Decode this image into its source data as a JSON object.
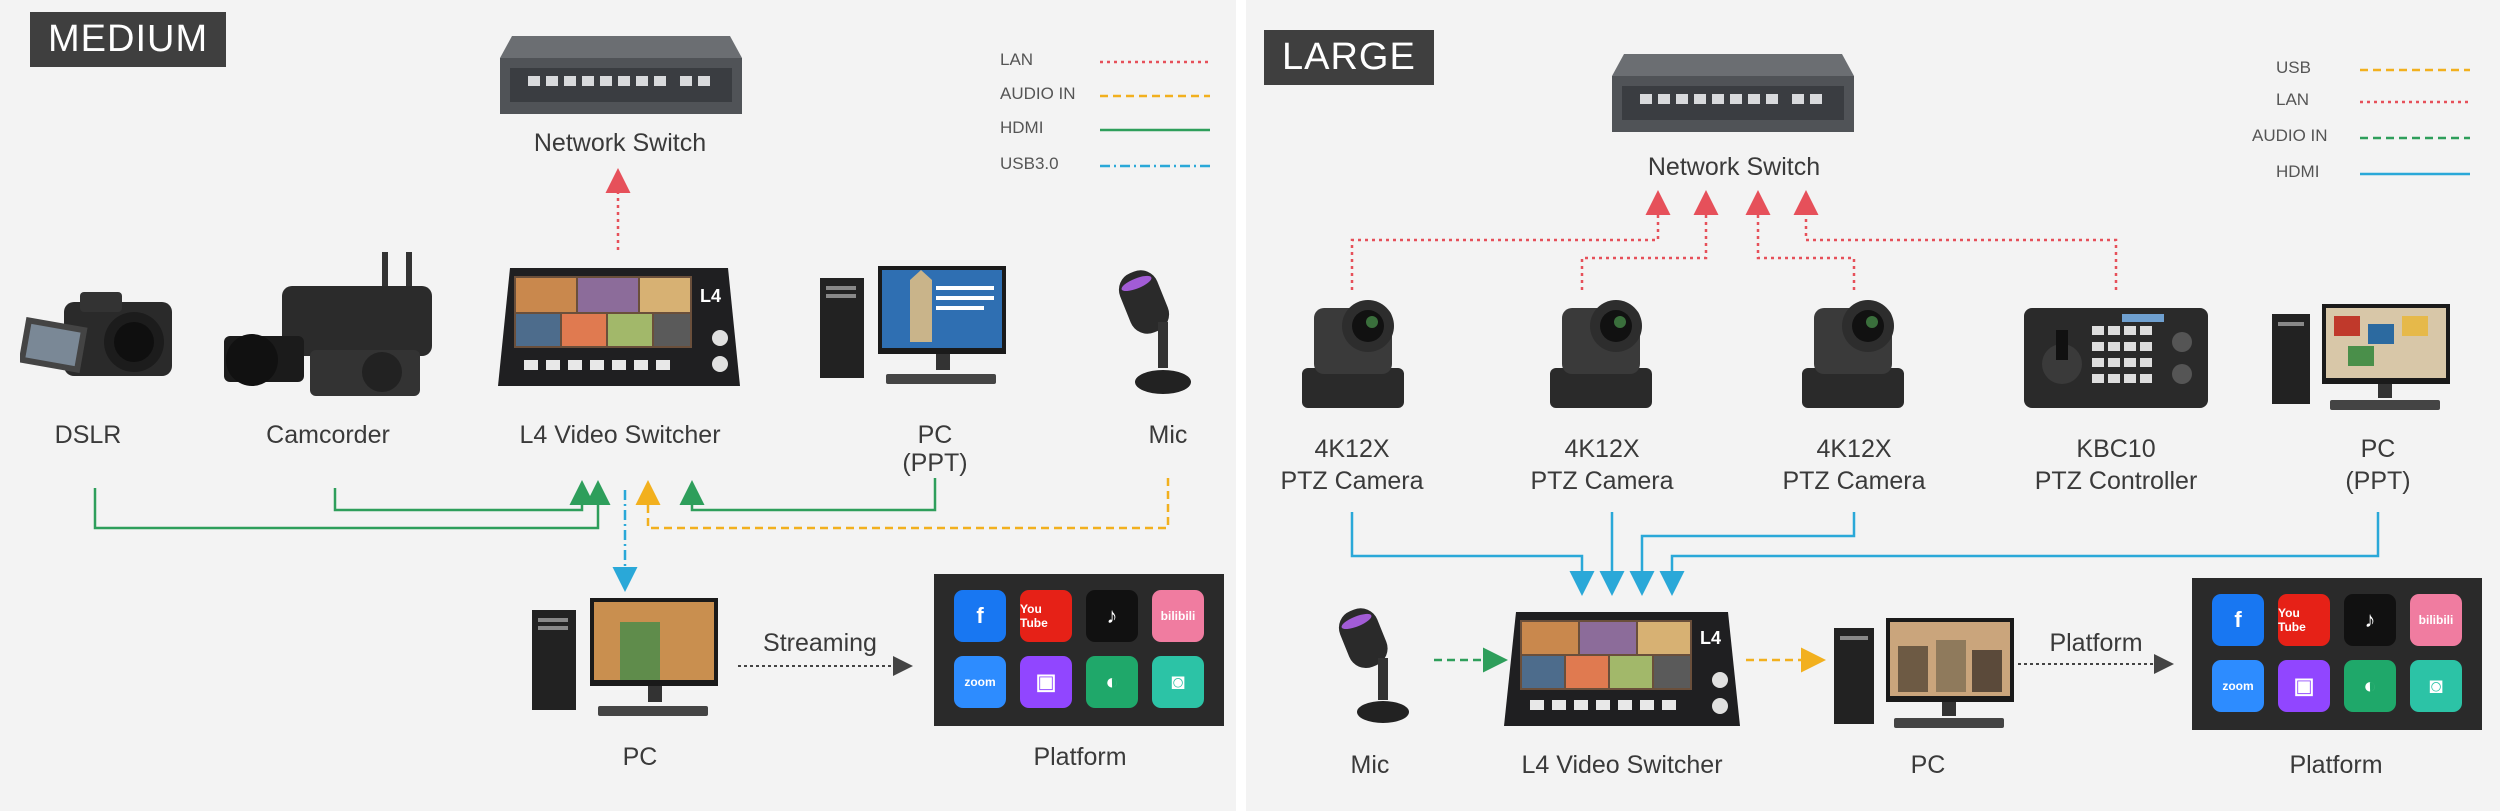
{
  "medium": {
    "badge": "MEDIUM",
    "legend": [
      {
        "name": "LAN",
        "color": "#e6505a",
        "dash": "dotted"
      },
      {
        "name": "AUDIO IN",
        "color": "#f2b01e",
        "dash": "dashed"
      },
      {
        "name": "HDMI",
        "color": "#2e9e5b",
        "dash": "solid"
      },
      {
        "name": "USB3.0",
        "color": "#2aa8d8",
        "dash": "dashdot"
      }
    ],
    "labels": {
      "network_switch": "Network Switch",
      "dslr": "DSLR",
      "camcorder": "Camcorder",
      "switcher": "L4 Video Switcher",
      "pc_ppt_line1": "PC",
      "pc_ppt_line2": "(PPT)",
      "mic": "Mic",
      "pc": "PC",
      "streaming": "Streaming",
      "platform": "Platform"
    }
  },
  "large": {
    "badge": "LARGE",
    "legend": [
      {
        "name": "USB",
        "color": "#f2b01e",
        "dash": "dashed"
      },
      {
        "name": "LAN",
        "color": "#e6505a",
        "dash": "dotted"
      },
      {
        "name": "AUDIO IN",
        "color": "#2e9e5b",
        "dash": "dashed"
      },
      {
        "name": "HDMI",
        "color": "#2aa8d8",
        "dash": "solid"
      }
    ],
    "labels": {
      "network_switch": "Network Switch",
      "cam1_line1": "4K12X",
      "cam1_line2": "PTZ Camera",
      "cam2_line1": "4K12X",
      "cam2_line2": "PTZ Camera",
      "cam3_line1": "4K12X",
      "cam3_line2": "PTZ Camera",
      "controller_line1": "KBC10",
      "controller_line2": "PTZ Controller",
      "pc_ppt_line1": "PC",
      "pc_ppt_line2": "(PPT)",
      "mic": "Mic",
      "switcher": "L4 Video Switcher",
      "pc": "PC",
      "platform_arrow": "Platform",
      "platform": "Platform"
    }
  },
  "platform_icons": [
    {
      "name": "facebook-icon",
      "text": "f",
      "color": "#1877f2"
    },
    {
      "name": "youtube-icon",
      "text": "You Tube",
      "color": "#e62117"
    },
    {
      "name": "tiktok-icon",
      "text": "♪",
      "color": "#111111"
    },
    {
      "name": "bilibili-icon",
      "text": "bilibili",
      "color": "#f07ca0"
    },
    {
      "name": "zoom-icon",
      "text": "zoom",
      "color": "#2d8cff"
    },
    {
      "name": "twitch-icon",
      "text": "▣",
      "color": "#9146ff"
    },
    {
      "name": "webex-icon",
      "text": "◐",
      "color": "#1fa86a"
    },
    {
      "name": "meeting-icon",
      "text": "◙",
      "color": "#2cc3a6"
    }
  ]
}
